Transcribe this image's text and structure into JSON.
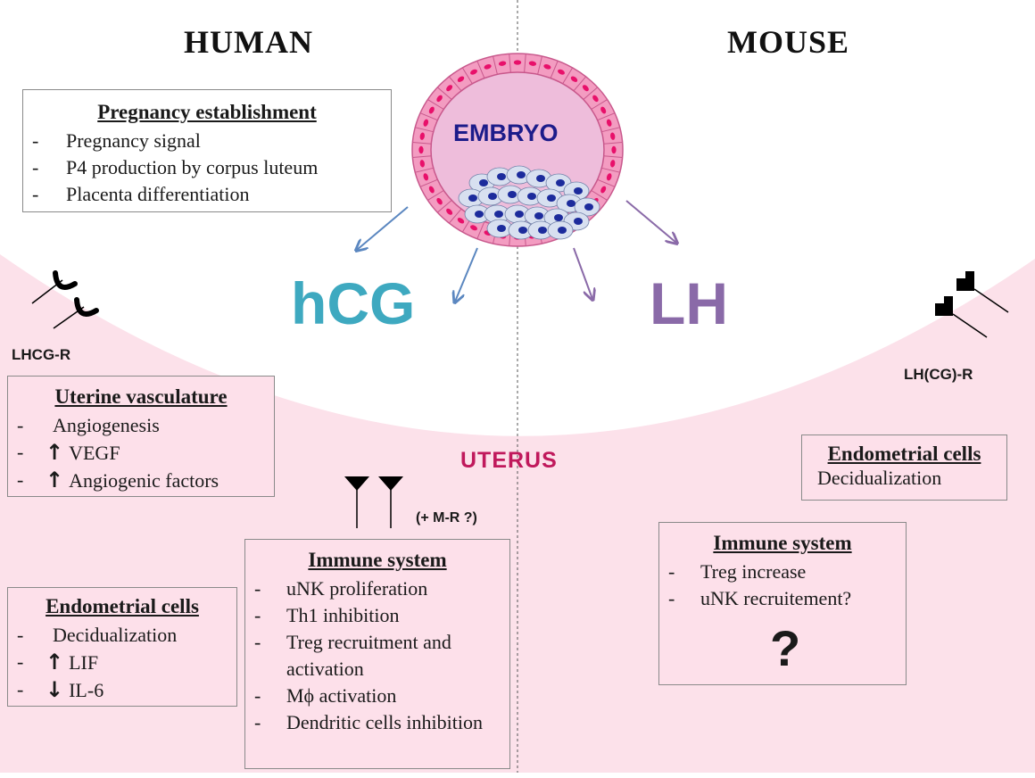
{
  "colors": {
    "uterus_fill": "#fce1ea",
    "hcg": "#3ea9c0",
    "lh": "#8a6aa8",
    "uterus_label": "#c0195c",
    "embryo_label": "#1c1c8a",
    "arrow_human": "#5b87c0",
    "arrow_mouse": "#8a6aa8",
    "embryo_fill": "#ecbcd8",
    "trophoblast_fill": "#f4a3c6",
    "trophoblast_nucleus": "#e8106a",
    "icm_cell": "#d8e0f0",
    "icm_nucleus": "#1c2b9c"
  },
  "headings": {
    "human": "HUMAN",
    "mouse": "MOUSE"
  },
  "embryo": {
    "label": "EMBRYO"
  },
  "hormones": {
    "hcg": "hCG",
    "lh": "LH"
  },
  "uterus": {
    "label": "UTERUS"
  },
  "receptors": {
    "human": "LHCG-R",
    "mouse": "LH(CG)-R",
    "mannose": "(+ M-R ?)"
  },
  "human": {
    "pregnancy": {
      "title": "Pregnancy establishment",
      "items": [
        "Pregnancy signal",
        "P4 production by corpus luteum",
        "Placenta differentiation"
      ]
    },
    "vasculature": {
      "title": "Uterine vasculature",
      "items": [
        {
          "arrow": "",
          "text": "Angiogenesis"
        },
        {
          "arrow": "up",
          "text": "VEGF"
        },
        {
          "arrow": "up",
          "text": "Angiogenic factors"
        }
      ]
    },
    "endometrial": {
      "title": "Endometrial cells",
      "items": [
        {
          "arrow": "",
          "text": "Decidualization"
        },
        {
          "arrow": "up",
          "text": "LIF"
        },
        {
          "arrow": "down",
          "text": "IL-6"
        }
      ]
    },
    "immune": {
      "title": "Immune system",
      "items": [
        {
          "arrow": "",
          "text": "uNK proliferation"
        },
        {
          "arrow": "",
          "text": "Th1 inhibition"
        },
        {
          "arrow": "",
          "text": "Treg recruitment and activation"
        },
        {
          "arrow": "",
          "text": "Mϕ activation"
        },
        {
          "arrow": "",
          "text": "Dendritic cells inhibition"
        }
      ]
    }
  },
  "mouse": {
    "endometrial": {
      "title": "Endometrial cells",
      "text": "Decidualization"
    },
    "immune": {
      "title": "Immune system",
      "items": [
        "Treg increase",
        "uNK recruitement?"
      ],
      "question": "?"
    }
  },
  "dash": "-",
  "arrow_glyphs": {
    "up": "🡅",
    "down": "🡇"
  }
}
